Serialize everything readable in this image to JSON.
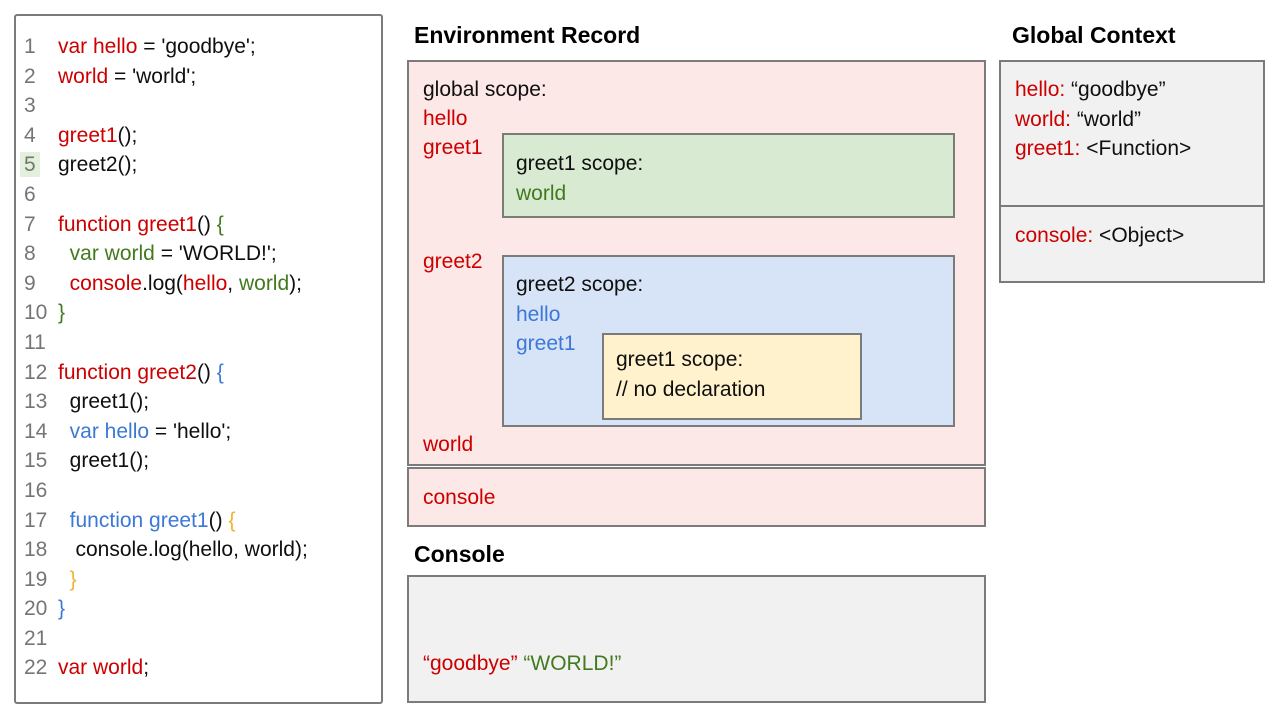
{
  "palette": {
    "keyword_red": "#cc0000",
    "scope_green": "#427a1e",
    "scope_blue": "#3c78d8",
    "scope_yellow": "#f0b42f",
    "global_scope_bg": "#fce8e6",
    "greet1_scope_bg": "#d9ead3",
    "greet2_scope_bg": "#d7e4f8",
    "nested_scope_bg": "#fff2cc",
    "panel_gray_bg": "#f1f1f1",
    "border_gray": "#7b7b7b",
    "line_highlight_bg": "#e3f0db"
  },
  "code_panel": {
    "highlighted_line_number": 5,
    "lines": [
      {
        "n": 1,
        "spans": [
          {
            "t": "var hello",
            "c": "red"
          },
          {
            "t": " = 'goodbye';",
            "c": "k"
          }
        ]
      },
      {
        "n": 2,
        "spans": [
          {
            "t": "world",
            "c": "red"
          },
          {
            "t": " = 'world';",
            "c": "k"
          }
        ]
      },
      {
        "n": 3,
        "spans": []
      },
      {
        "n": 4,
        "spans": [
          {
            "t": "greet1",
            "c": "red"
          },
          {
            "t": "();",
            "c": "k"
          }
        ]
      },
      {
        "n": 5,
        "spans": [
          {
            "t": "greet2();",
            "c": "k"
          }
        ]
      },
      {
        "n": 6,
        "spans": []
      },
      {
        "n": 7,
        "spans": [
          {
            "t": "function greet1",
            "c": "red"
          },
          {
            "t": "() ",
            "c": "k"
          },
          {
            "t": "{",
            "c": "green"
          }
        ]
      },
      {
        "n": 8,
        "spans": [
          {
            "t": "  ",
            "c": "k"
          },
          {
            "t": "var world",
            "c": "green"
          },
          {
            "t": " = 'WORLD!';",
            "c": "k"
          }
        ]
      },
      {
        "n": 9,
        "spans": [
          {
            "t": "  ",
            "c": "k"
          },
          {
            "t": "console",
            "c": "red"
          },
          {
            "t": ".log(",
            "c": "k"
          },
          {
            "t": "hello",
            "c": "red"
          },
          {
            "t": ", ",
            "c": "k"
          },
          {
            "t": "world",
            "c": "green"
          },
          {
            "t": ");",
            "c": "k"
          }
        ]
      },
      {
        "n": 10,
        "spans": [
          {
            "t": "}",
            "c": "green"
          }
        ]
      },
      {
        "n": 11,
        "spans": []
      },
      {
        "n": 12,
        "spans": [
          {
            "t": "function greet2",
            "c": "red"
          },
          {
            "t": "() ",
            "c": "k"
          },
          {
            "t": "{",
            "c": "blue"
          }
        ]
      },
      {
        "n": 13,
        "spans": [
          {
            "t": "  greet1();",
            "c": "k"
          }
        ]
      },
      {
        "n": 14,
        "spans": [
          {
            "t": "  ",
            "c": "k"
          },
          {
            "t": "var hello",
            "c": "blue"
          },
          {
            "t": " = 'hello';",
            "c": "k"
          }
        ]
      },
      {
        "n": 15,
        "spans": [
          {
            "t": "  greet1();",
            "c": "k"
          }
        ]
      },
      {
        "n": 16,
        "spans": []
      },
      {
        "n": 17,
        "spans": [
          {
            "t": "  ",
            "c": "k"
          },
          {
            "t": "function greet1",
            "c": "blue"
          },
          {
            "t": "() ",
            "c": "k"
          },
          {
            "t": "{",
            "c": "yellow"
          }
        ]
      },
      {
        "n": 18,
        "spans": [
          {
            "t": "   console.log(hello, world);",
            "c": "k"
          }
        ]
      },
      {
        "n": 19,
        "spans": [
          {
            "t": "  ",
            "c": "k"
          },
          {
            "t": "}",
            "c": "yellow"
          }
        ]
      },
      {
        "n": 20,
        "spans": [
          {
            "t": "}",
            "c": "blue"
          }
        ]
      },
      {
        "n": 21,
        "spans": []
      },
      {
        "n": 22,
        "spans": [
          {
            "t": "var world",
            "c": "red"
          },
          {
            "t": ";",
            "c": "k"
          }
        ]
      }
    ]
  },
  "environment_record": {
    "title": "Environment Record",
    "global_scope_label": "global scope:",
    "var_hello": "hello",
    "var_greet1": "greet1",
    "var_greet2": "greet2",
    "var_world": "world",
    "var_console": "console",
    "greet1_scope": {
      "label": "greet1 scope:",
      "var_world": "world"
    },
    "greet2_scope": {
      "label": "greet2 scope:",
      "var_hello": "hello",
      "var_greet1": "greet1",
      "greet1_scope": {
        "label": "greet1 scope:",
        "comment": "// no declaration"
      }
    }
  },
  "global_context": {
    "title": "Global Context",
    "variables": [
      {
        "name": "hello:",
        "value": "“goodbye”"
      },
      {
        "name": "world:",
        "value": "“world”"
      },
      {
        "name": "greet1:",
        "value": "<Function>"
      }
    ],
    "builtins": [
      {
        "name": "console:",
        "value": "<Object>"
      }
    ]
  },
  "console_panel": {
    "title": "Console",
    "output": [
      {
        "t": "“goodbye”",
        "c": "red"
      },
      {
        "t": " ",
        "c": "k"
      },
      {
        "t": "“WORLD!”",
        "c": "green"
      }
    ]
  }
}
